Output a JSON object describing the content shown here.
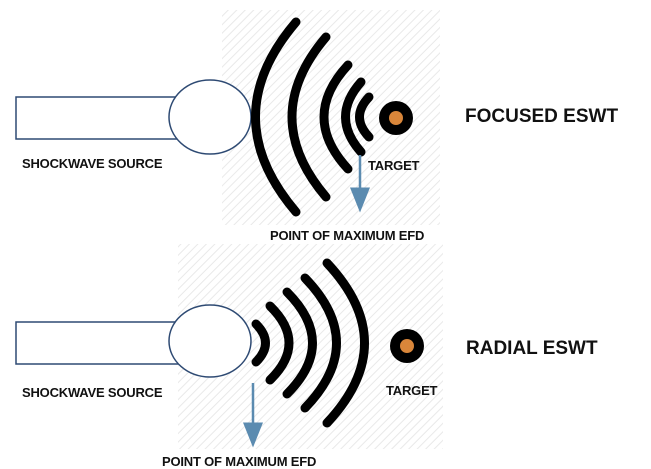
{
  "panels": [
    {
      "id": "focused",
      "title": "FOCUSED ESWT",
      "source_label": "SHOCKWAVE SOURCE",
      "target_label": "TARGET",
      "efd_label": "POINT OF MAXIMUM EFD"
    },
    {
      "id": "radial",
      "title": "RADIAL ESWT",
      "source_label": "SHOCKWAVE SOURCE",
      "target_label": "TARGET",
      "efd_label": "POINT OF MAXIMUM EFD"
    }
  ],
  "colors": {
    "wave": "#000000",
    "target_core": "#d9863a",
    "arrow": "#5b8bb0",
    "outline": "#2e4a73",
    "hatch": "#ececec"
  }
}
